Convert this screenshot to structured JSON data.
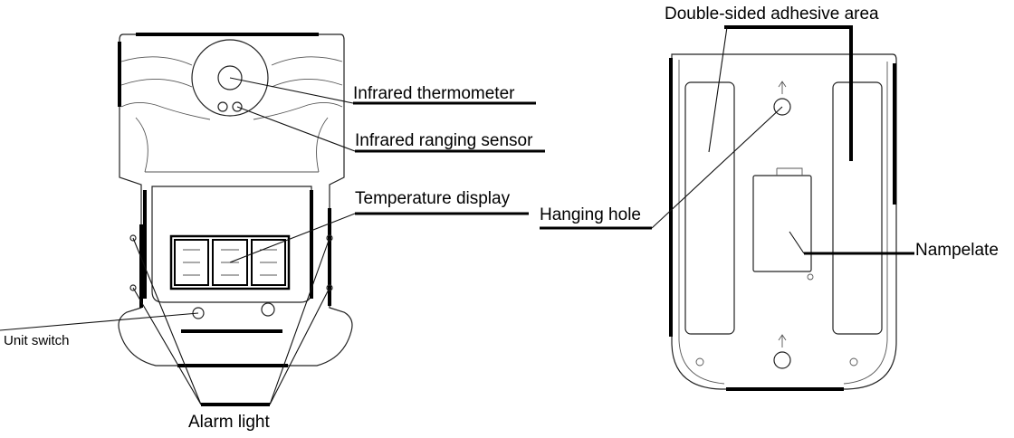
{
  "labels": {
    "infrared_thermometer": "Infrared thermometer",
    "infrared_ranging_sensor": "Infrared ranging sensor",
    "temperature_display": "Temperature display",
    "unit_switch": "Unit switch",
    "alarm_light": "Alarm light",
    "double_sided_adhesive_area": "Double-sided adhesive area",
    "hanging_hole": "Hanging hole",
    "nampelate": "Nampelate"
  }
}
